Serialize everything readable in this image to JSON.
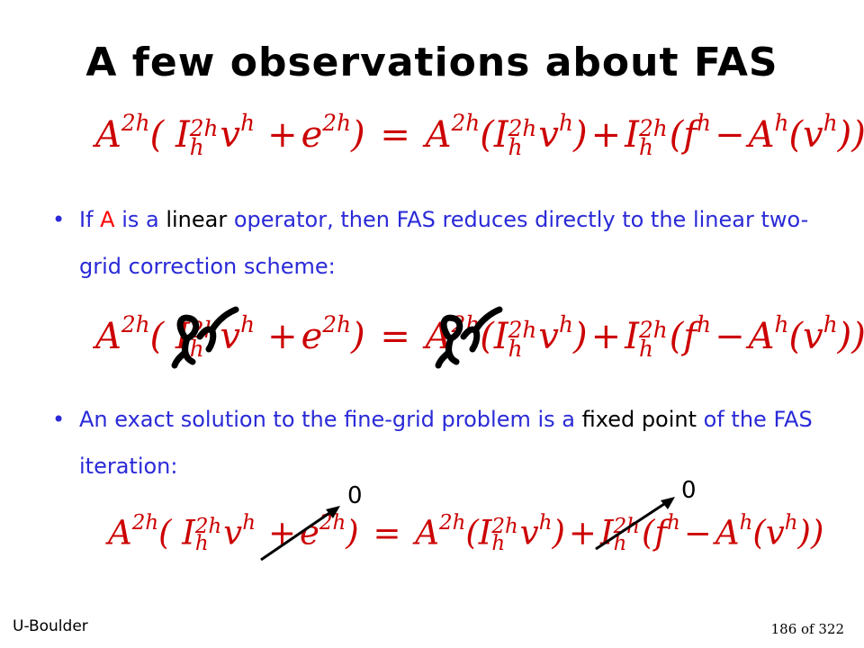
{
  "slide": {
    "title": "A few observations about FAS",
    "bullet1": {
      "p1": "If ",
      "p2": "A",
      "p3": " is a ",
      "p4": "linear",
      "p5": " operator, then FAS reduces directly to the linear two-grid correction scheme:"
    },
    "bullet2": {
      "p1": "An exact solution to the fine-grid problem is a ",
      "p2": "fixed point",
      "p3": " of the FAS iteration:"
    },
    "bullet_char": "•",
    "zero_label_1": "0",
    "zero_label_2": "0",
    "footer_left": "U-Boulder",
    "footer_right": "186 of 322"
  },
  "colors": {
    "bullet_text": "#2a2ad8",
    "equation": "#cc0000",
    "highlight": "#ff0000",
    "strike_mark": "#000000"
  }
}
